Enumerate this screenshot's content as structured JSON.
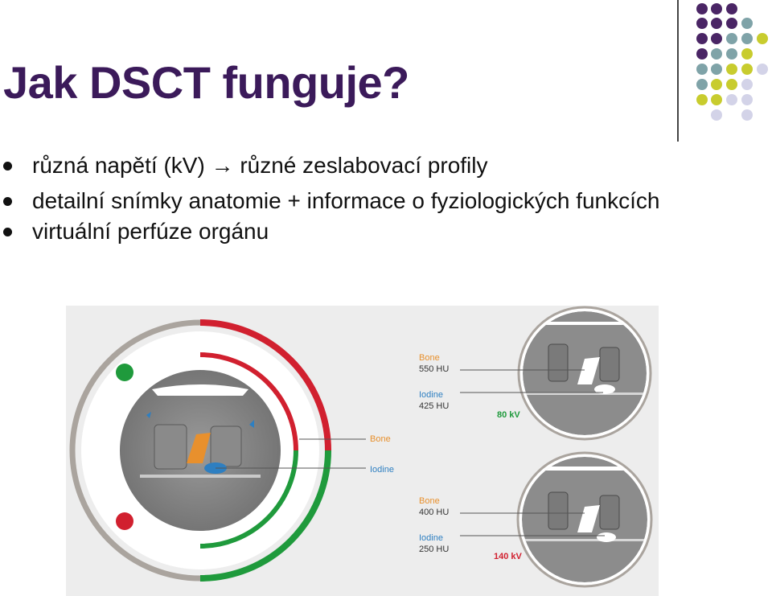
{
  "title": "Jak DSCT funguje?",
  "bullets": [
    "různá napětí (kV) → různé  zeslabovací profily",
    "detailní snímky anatomie + informace o fyziologických funkcích",
    "virtuální perfúze orgánu"
  ],
  "figure": {
    "center_labels": {
      "bone": "Bone",
      "iodine": "Iodine"
    },
    "top_panel": {
      "bone_label": "Bone",
      "bone_hu": "550 HU",
      "iodine_label": "Iodine",
      "iodine_hu": "425 HU",
      "kv": "80 kV"
    },
    "bottom_panel": {
      "bone_label": "Bone",
      "bone_hu": "400 HU",
      "iodine_label": "Iodine",
      "iodine_hu": "250 HU",
      "kv": "140 kV"
    }
  },
  "colors": {
    "title": "#3b1a5a",
    "purple": "#4a2565",
    "teal": "#7fa3a8",
    "lime": "#c8cc2e",
    "lavender": "#d3d3e8",
    "red": "#d1202f",
    "green": "#1f9a3c",
    "orange": "#e8902d",
    "blue": "#2e7fc1"
  }
}
